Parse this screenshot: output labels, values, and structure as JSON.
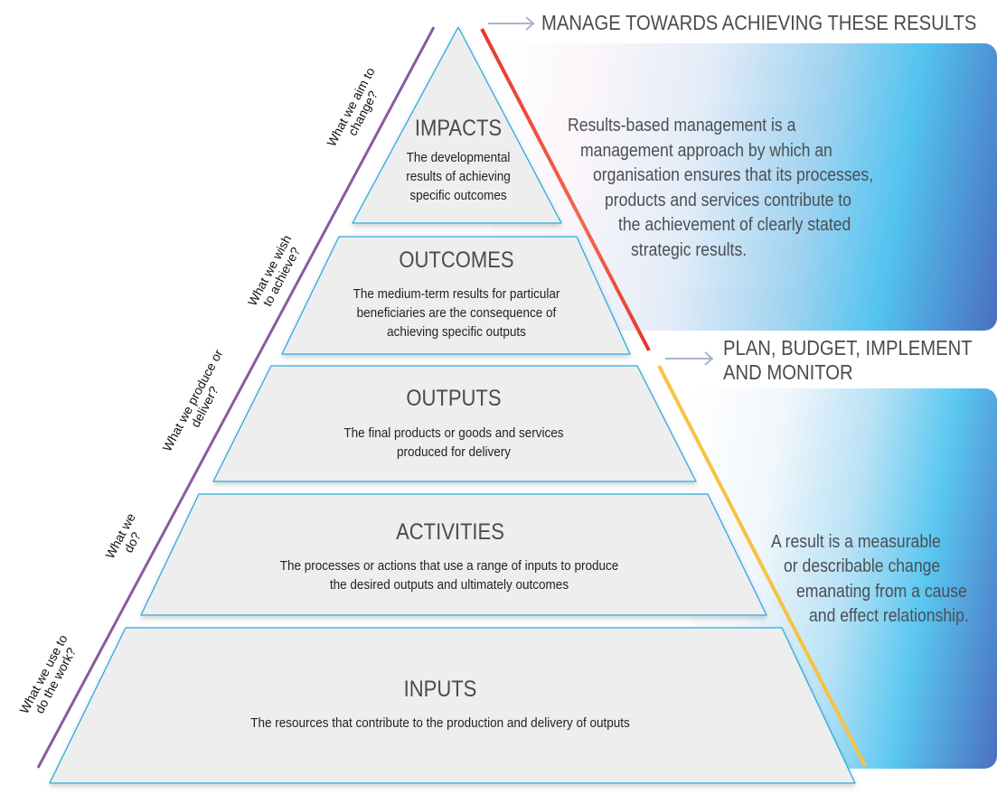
{
  "headers": {
    "top": "MANAGE TOWARDS ACHIEVING THESE RESULTS",
    "bottom_line1": "PLAN, BUDGET, IMPLEMENT",
    "bottom_line2": "AND MONITOR"
  },
  "quotes": {
    "top": [
      "Results-based management is a",
      "management approach by which an",
      "organisation ensures that its processes,",
      "products and services contribute to",
      "the achievement of clearly stated",
      "strategic results."
    ],
    "bottom": [
      "A result is a measurable",
      "or describable change",
      "emanating from a cause",
      "and effect relationship."
    ]
  },
  "tiers": [
    {
      "title": "IMPACTS",
      "desc": [
        "The developmental",
        "results of achieving",
        "specific outcomes"
      ]
    },
    {
      "title": "OUTCOMES",
      "desc": [
        "The medium-term results for particular",
        "beneficiaries are the consequence of",
        "achieving specific outputs"
      ]
    },
    {
      "title": "OUTPUTS",
      "desc": [
        "The final products or goods and services",
        "produced for delivery"
      ]
    },
    {
      "title": "ACTIVITIES",
      "desc": [
        "The processes or actions that use a range of inputs to produce",
        "the desired outputs and ultimately outcomes"
      ]
    },
    {
      "title": "INPUTS",
      "desc": [
        "The resources that contribute to the production and delivery of outputs"
      ]
    }
  ],
  "side_labels": [
    [
      "What we aim to",
      "change?"
    ],
    [
      "What we wish",
      "to achieve?"
    ],
    [
      "What we produce or",
      "deliver?"
    ],
    [
      "What we",
      "do?"
    ],
    [
      "What we use to",
      "do the work?"
    ]
  ],
  "colors": {
    "tier_stroke": "#29abe2",
    "tier_fill": "#eeeeee",
    "purple": "#8a5aa0",
    "red": "#e8352c",
    "yellow": "#f7c244",
    "arrow": "#a8b4cc"
  }
}
